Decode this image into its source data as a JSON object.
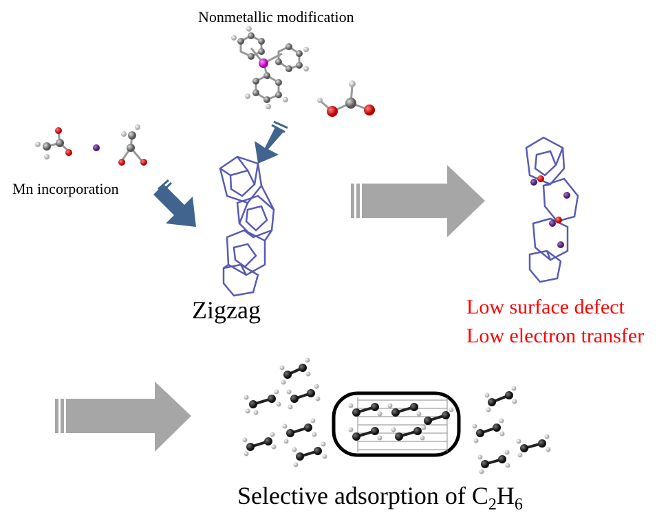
{
  "labels": {
    "nonmetallic": "Nonmetallic modification",
    "mn": "Mn incorporation",
    "zigzag": "Zigzag",
    "low_defect": "Low surface defect",
    "low_transfer": "Low electron transfer",
    "selective_prefix": "Selective adsorption of C",
    "selective_sub1": "2",
    "selective_mid": "H",
    "selective_sub2": "6"
  },
  "colors": {
    "blue_arrow": "#41648f",
    "gray_arrow": "#a6a6a6",
    "lattice": "#3a3fa8",
    "red_text": "#ff0000",
    "manganese": "#6a2a8a",
    "oxygen": "#d61a1a",
    "phosphorus": "#e000e0"
  }
}
